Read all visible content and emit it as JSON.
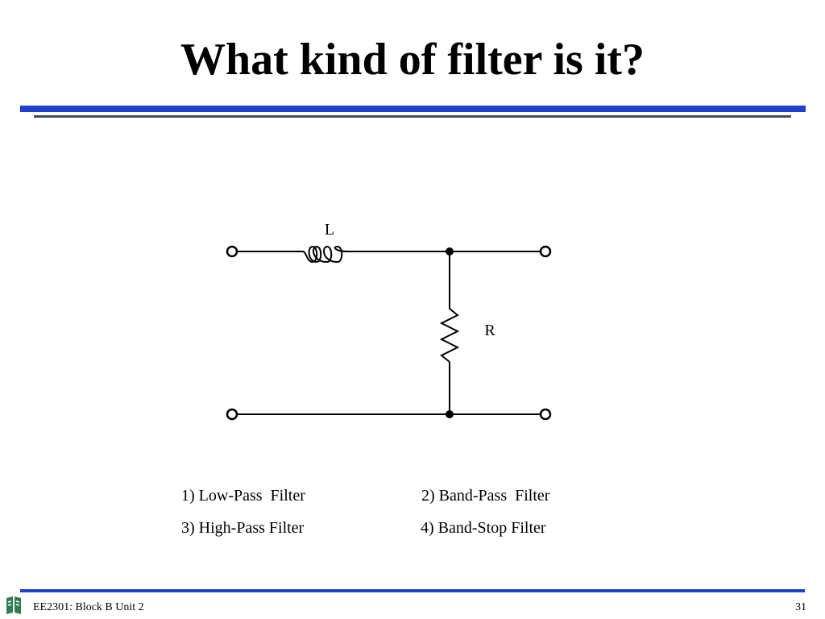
{
  "slide": {
    "title": "What kind of filter is it?"
  },
  "circuit": {
    "inductor_label": "L",
    "resistor_label": "R"
  },
  "options": [
    {
      "text": "1) Low-Pass  Filter"
    },
    {
      "text": "2) Band-Pass  Filter"
    },
    {
      "text": "3) High-Pass Filter"
    },
    {
      "text": "4) Band-Stop Filter"
    }
  ],
  "footer": {
    "course": "EE2301: Block B Unit 2",
    "page_number": "31"
  },
  "colors": {
    "accent_blue": "#1f3fcf",
    "rule_dark": "#444a52",
    "logo_green": "#2e7d4f"
  }
}
